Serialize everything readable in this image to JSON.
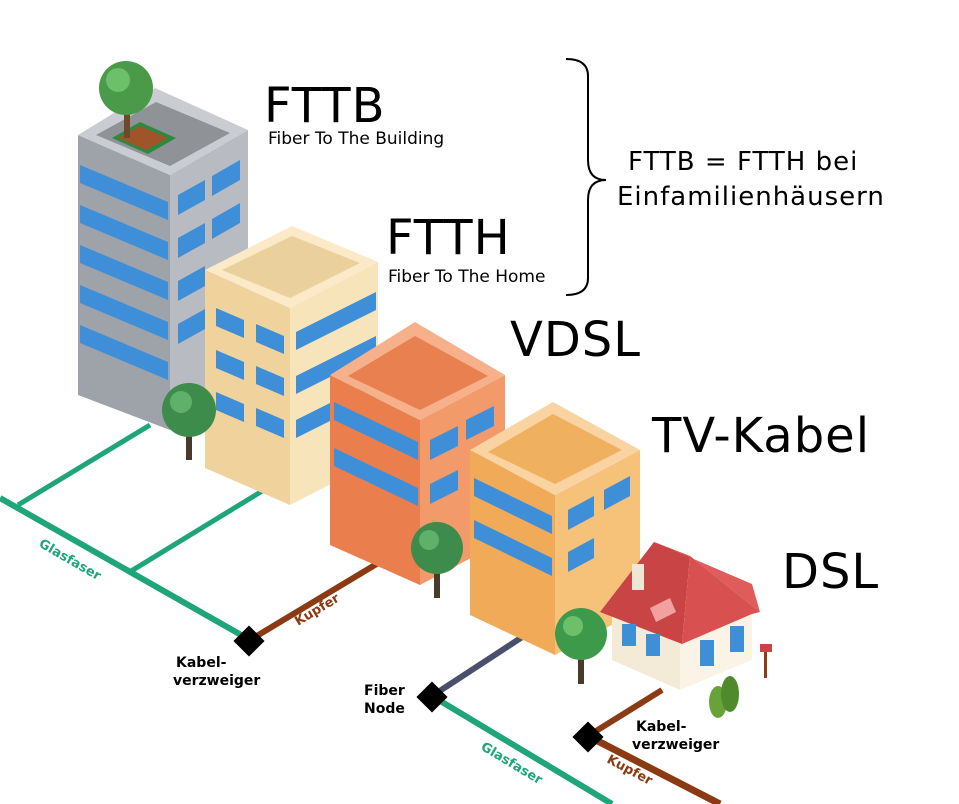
{
  "labels": {
    "fttb": "FTTB",
    "fttb_sub": "Fiber To The Building",
    "ftth": "FTTH",
    "ftth_sub": "Fiber To The Home",
    "bracket_note_line1": "FTTB = FTTH bei",
    "bracket_note_line2": "Einfamilienhäusern",
    "vdsl": "VDSL",
    "tvkabel": "TV-Kabel",
    "dsl": "DSL"
  },
  "cables": {
    "glasfaser_left": "Glasfaser",
    "glasfaser_right": "Glasfaser",
    "kupfer_left": "Kupfer",
    "kupfer_right": "Kupfer"
  },
  "nodes": {
    "kabelverzweiger_left_line1": "Kabel-",
    "kabelverzweiger_left_line2": "verzweiger",
    "fiber_node_line1": "Fiber",
    "fiber_node_line2": "Node",
    "kabelverzweiger_right_line1": "Kabel-",
    "kabelverzweiger_right_line2": "verzweiger"
  },
  "colors": {
    "glasfaser": "#1fa57a",
    "kupfer": "#8b3a12",
    "coax": "#4a4f6b",
    "fttb_building": "#a9adb3",
    "ftth_building": "#f3ddb0",
    "vdsl_building": "#ee8a5a",
    "tv_building": "#f2b76a",
    "window": "#3f8fd8",
    "roof": "#d24b4b",
    "tree": "#4a9a4a"
  }
}
